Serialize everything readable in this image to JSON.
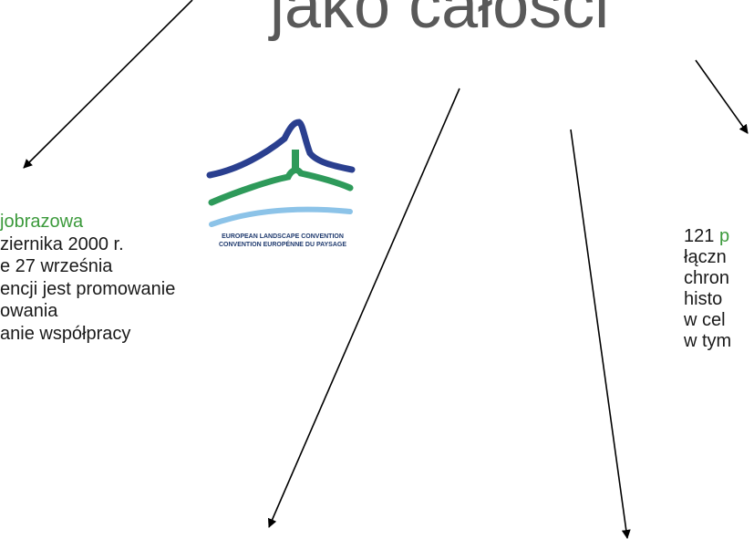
{
  "title": "jako całości",
  "logo": {
    "caption_line1": "EUROPEAN LANDSCAPE CONVENTION",
    "caption_line2": "CONVENTION EUROPÉNNE DU PAYSAGE",
    "colors": {
      "navy": "#2a3f8f",
      "green": "#2e9a5a",
      "sky": "#8cc3e8"
    }
  },
  "left_block": {
    "line1": "jobrazowa",
    "line2": "ziernika 2000 r.",
    "line3": "e 27 września",
    "line4": "encji jest promowanie",
    "line5": "owania",
    "line6": "anie współpracy"
  },
  "right_block": {
    "line1_number": "121",
    "line1_green": "p",
    "line2": "łączn",
    "line3": "chron",
    "line4": "histo",
    "line5": "w cel",
    "line6": "w tym"
  },
  "colors": {
    "accent_green": "#3c9a3c",
    "title_gray": "#595959",
    "arrow": "#000000"
  }
}
